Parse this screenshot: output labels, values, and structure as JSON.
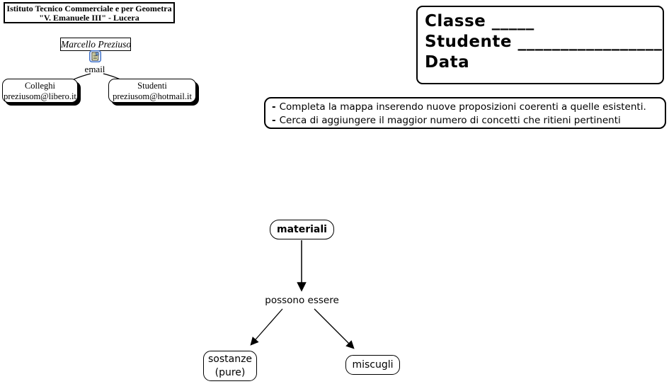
{
  "institute": {
    "line1": "Istituto Tecnico Commerciale e per Geometra",
    "line2": "\"V. Emanuele III\" - Lucera"
  },
  "author": {
    "name": "Marcello Preziuso",
    "icon": "email-resource-icon",
    "link_label": "email",
    "contacts": [
      {
        "group": "Colleghi",
        "email": "preziusom@libero.it"
      },
      {
        "group": "Studenti",
        "email": "preziusom@hotmail.it"
      }
    ]
  },
  "student_form": {
    "classe": "Classe _____",
    "studente": "Studente _________________",
    "data": "Data"
  },
  "instructions": {
    "lines": [
      {
        "bullet": "-",
        "text": "Completa la mappa inserendo nuove proposizioni coerenti a quelle esistenti."
      },
      {
        "bullet": "-",
        "text": "Cerca di aggiungere il maggior numero di concetti che ritieni pertinenti"
      }
    ]
  },
  "concept_map": {
    "root": "materiali",
    "linking_phrase": "possono essere",
    "children": [
      {
        "line1": "sostanze",
        "line2": "(pure)"
      },
      {
        "line1": "miscugli",
        "line2": ""
      }
    ]
  },
  "colors": {
    "ink": "#000000",
    "background": "#ffffff",
    "icon_border_blue": "#3d6fc9",
    "icon_paper_yellow": "#ffffc8",
    "icon_picture_blue": "#7fb2d9"
  }
}
